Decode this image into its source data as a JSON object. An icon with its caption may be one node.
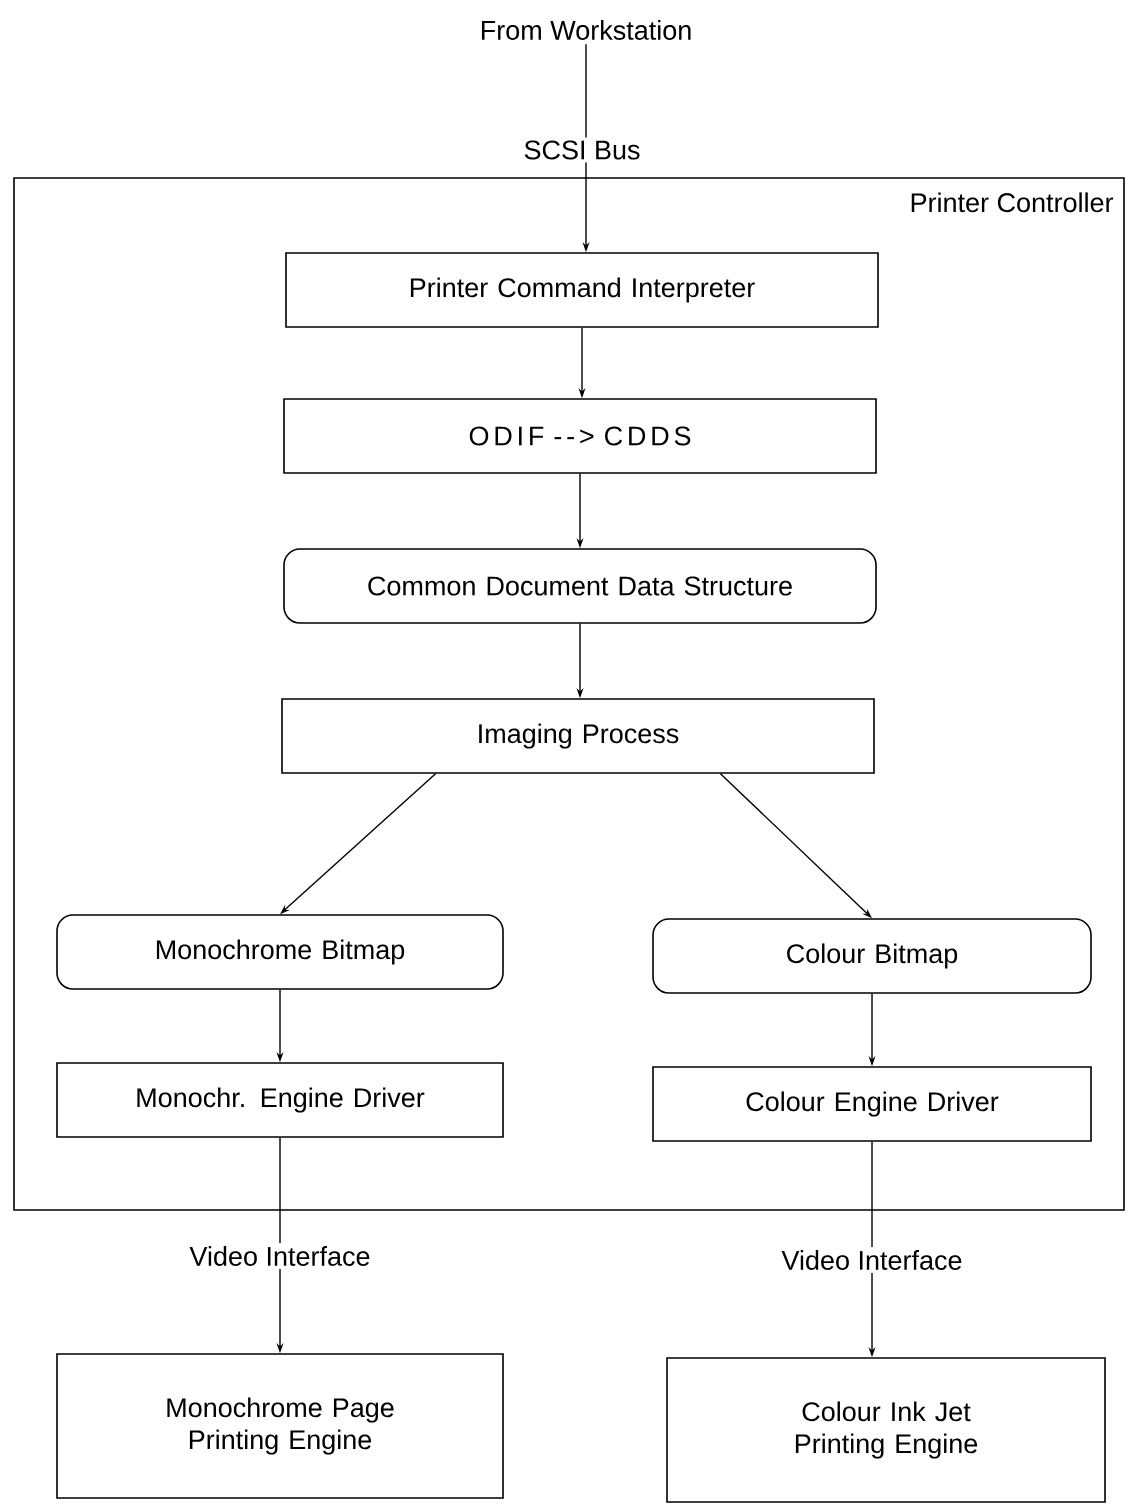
{
  "diagram": {
    "nodes": [
      {
        "text": [
          "From Workstation"
        ]
      },
      {
        "text": [
          "Printer Controller"
        ]
      },
      {
        "text": [
          "Printer Command Interpreter"
        ],
        "in": 1
      },
      {
        "text": [
          "ODIF --> CDDS"
        ],
        "in": 1
      },
      {
        "text": [
          "Common Document Data Structure"
        ],
        "in": 1
      },
      {
        "text": [
          "Imaging Process"
        ],
        "in": 1
      },
      {
        "text": [
          "Monochrome Bitmap"
        ],
        "in": 1
      },
      {
        "text": [
          "Colour Bitmap"
        ],
        "in": 1
      },
      {
        "text": [
          "Monochr. Engine Driver"
        ],
        "in": 1
      },
      {
        "text": [
          "Colour Engine Driver"
        ],
        "in": 1
      },
      {
        "text": [
          "Monochrome Page Printing Engine"
        ]
      },
      {
        "text": [
          "Colour Ink Jet Printing Engine"
        ]
      }
    ],
    "edges": [
      {
        "from": 0,
        "to": 2,
        "arrow": "to",
        "label": "SCSI Bus"
      },
      {
        "from": 2,
        "to": 3,
        "arrow": "to"
      },
      {
        "from": 3,
        "to": 4,
        "arrow": "to"
      },
      {
        "from": 4,
        "to": 5,
        "arrow": "to"
      },
      {
        "from": 5,
        "to": 6,
        "arrow": "to"
      },
      {
        "from": 5,
        "to": 7,
        "arrow": "to"
      },
      {
        "from": 6,
        "to": 8,
        "arrow": "to"
      },
      {
        "from": 7,
        "to": 9,
        "arrow": "to"
      },
      {
        "from": 8,
        "to": 10,
        "arrow": "to",
        "label": "Video Interface"
      },
      {
        "from": 9,
        "to": 11,
        "arrow": "to",
        "label": "Video Interface"
      }
    ]
  }
}
